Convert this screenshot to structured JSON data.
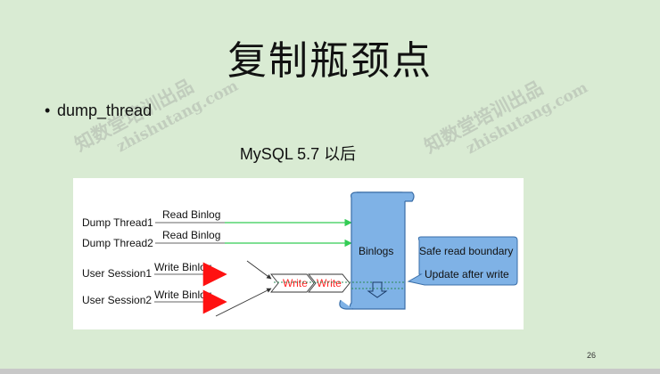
{
  "slide": {
    "title": "复制瓶颈点",
    "bullet": "dump_thread",
    "subtitle": "MySQL 5.7 以后",
    "page_number": "26"
  },
  "watermarks": [
    {
      "cn": "知数堂培训出品",
      "en": "zhishutang.com"
    },
    {
      "cn": "知数堂培训出品",
      "en": "zhishutang.com"
    }
  ],
  "diagram": {
    "sources": [
      "Dump Thread1",
      "Dump Thread2",
      "User Session1",
      "User Session2"
    ],
    "edge_labels": [
      "Read Binlog",
      "Read Binlog",
      "Write Binlog",
      "Write Binlog"
    ],
    "write_stages": [
      "Write",
      "Write"
    ],
    "binlogs_label": "Binlogs",
    "callout": [
      "Safe read boundary",
      "Update after write"
    ],
    "colors": {
      "read_arrow": "#33cc55",
      "write_arrow": "#ff1111",
      "scroll_fill": "#7fb2e6",
      "scroll_stroke": "#3a6ea8",
      "callout_fill": "#7fb2e6",
      "write_text": "#ff2222"
    }
  }
}
